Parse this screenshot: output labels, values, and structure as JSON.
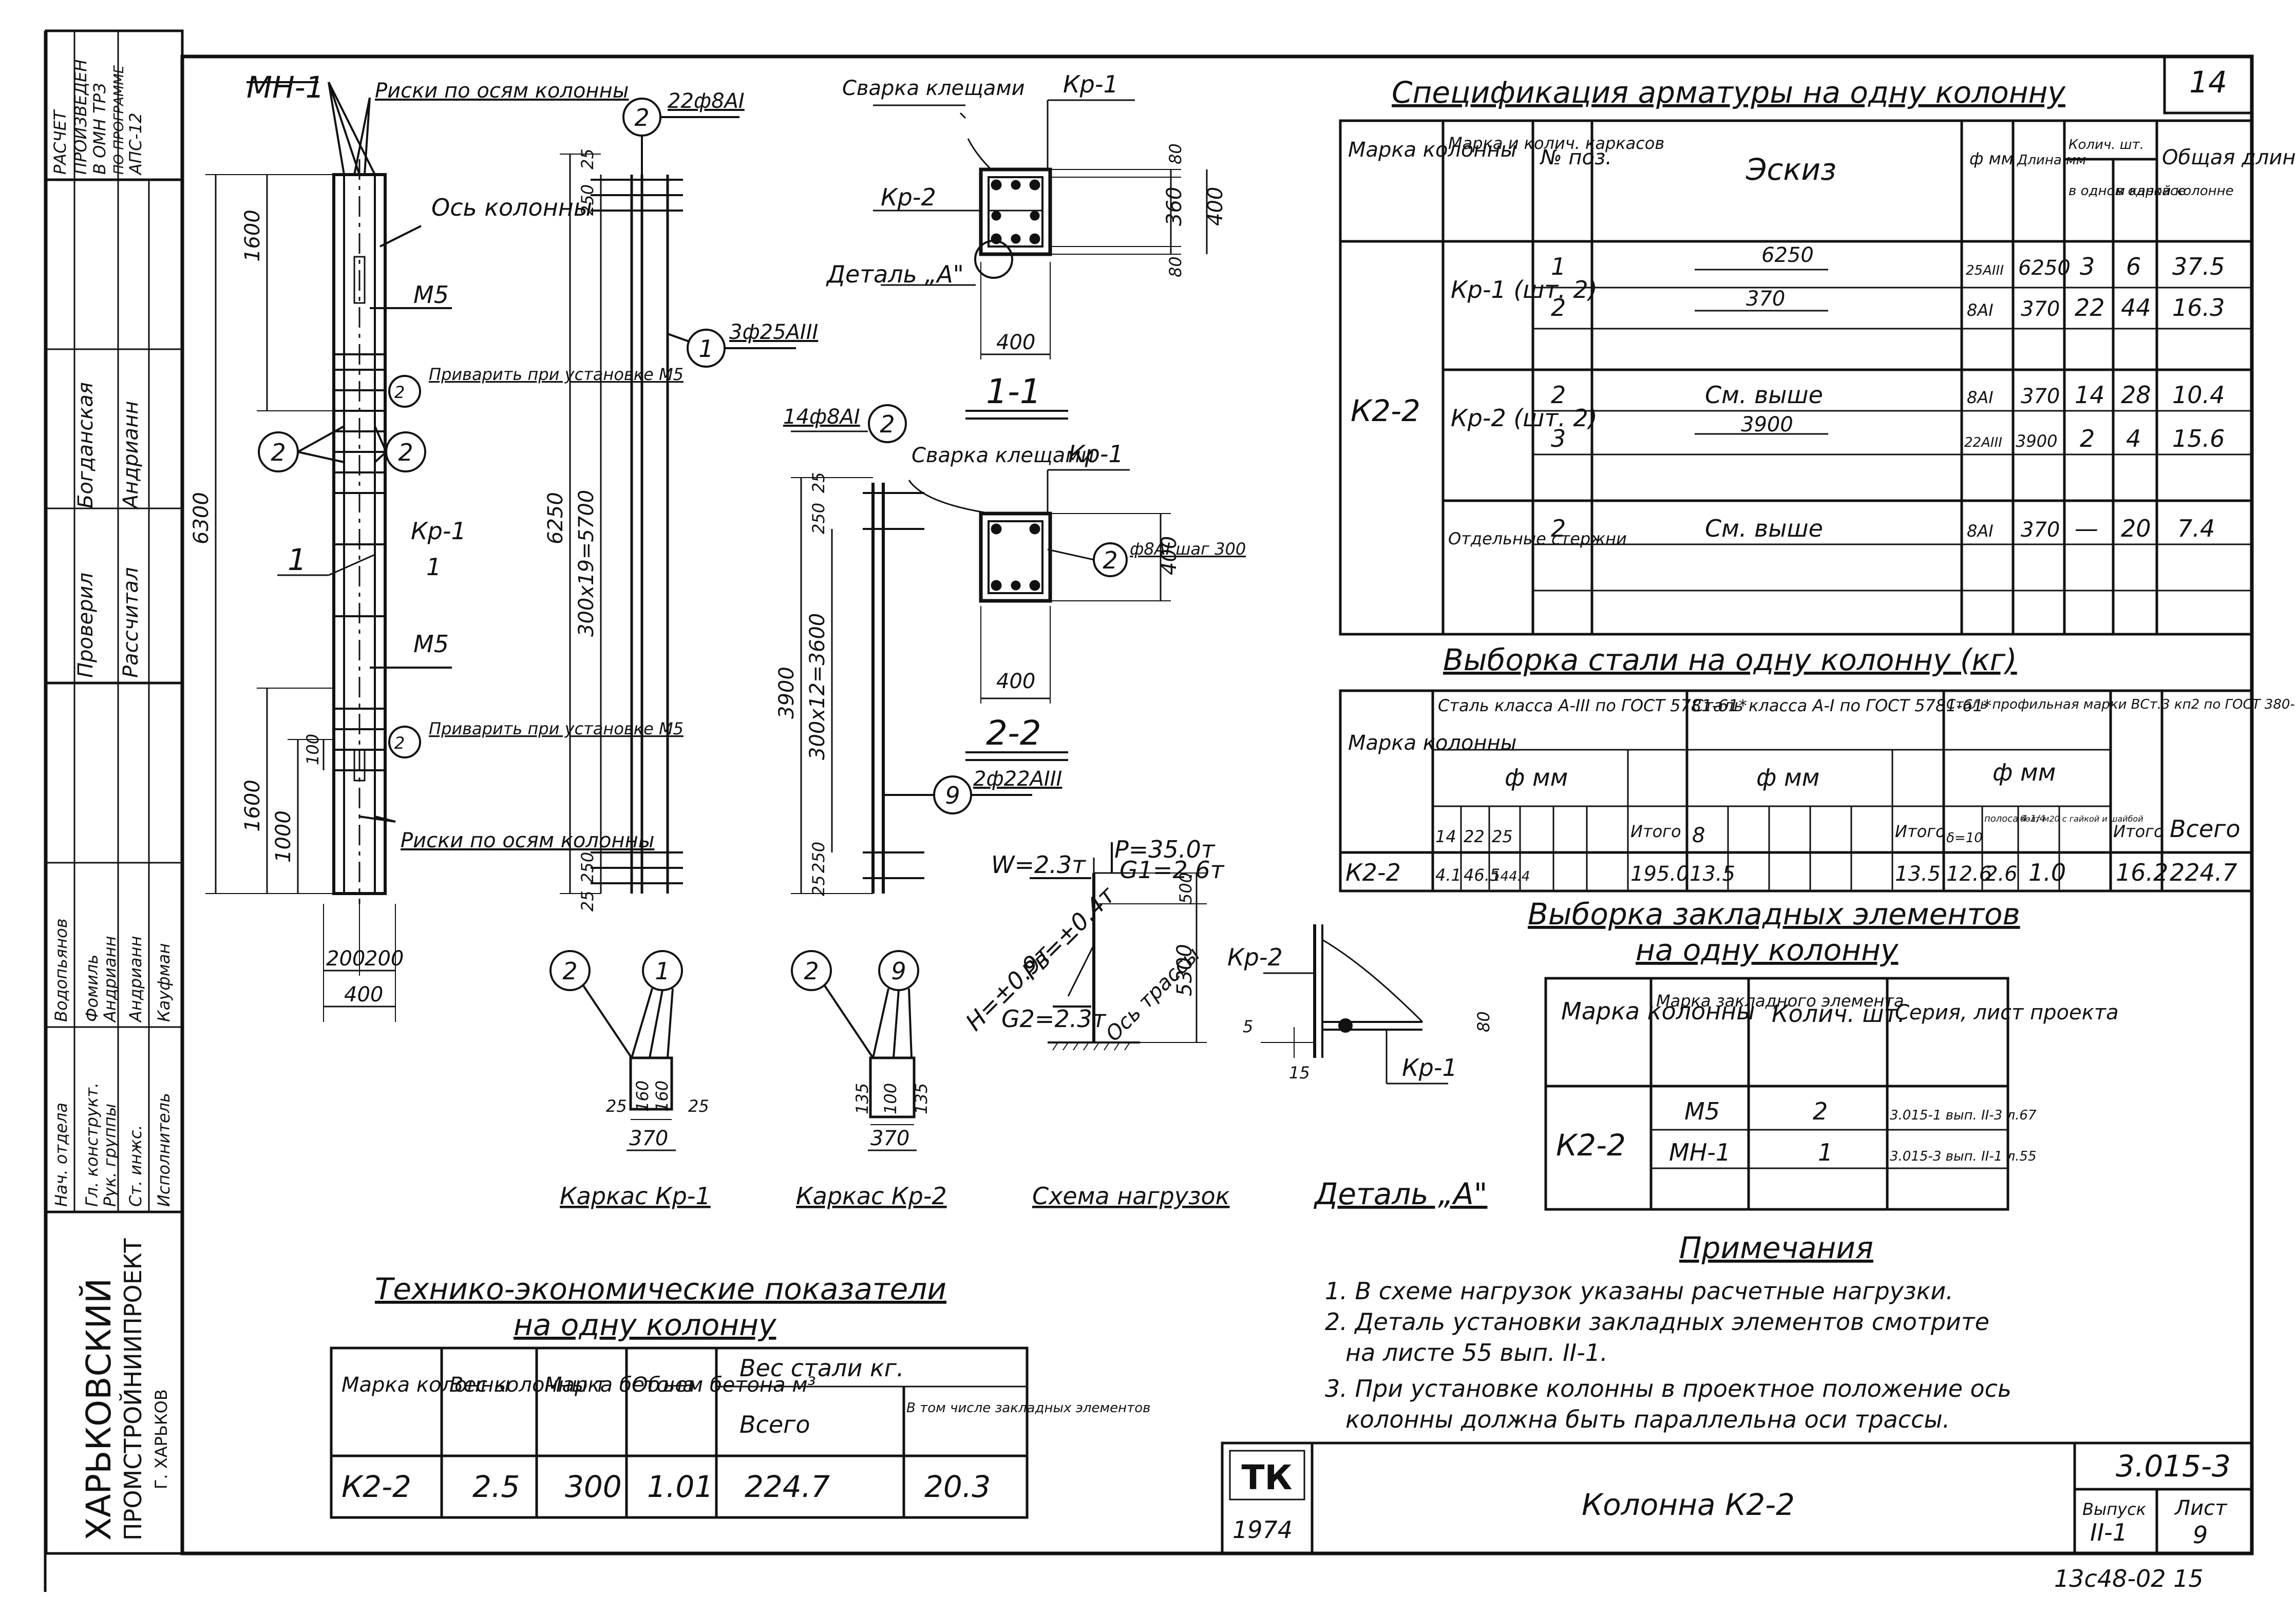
{
  "sheet_number_top": "14",
  "sidebar": {
    "org_name": "ХАРЬКОВСКИЙ",
    "org_name2": "ПРОМСТРОЙНИИПРОЕКТ",
    "org_city": "Г. ХАРЬКОВ",
    "roles": [
      {
        "role": "Нач. отдела",
        "name": "Водопьянов"
      },
      {
        "role": "Гл. конструкт.",
        "name": "Фомиль"
      },
      {
        "role": "Рук. группы",
        "name": "Андрианн"
      },
      {
        "role": "Ст. инжс.",
        "name": "Андрианн"
      },
      {
        "role": "Исполнитель",
        "name": "Кауфман"
      },
      {
        "role": "Проверил",
        "name": "Богданская"
      },
      {
        "role": "Рассчитал",
        "name": "Андрианн"
      }
    ],
    "calc_note": [
      "РАСЧЕТ",
      "ПРОИЗВЕДЕН",
      "В ОМН ТРЗ",
      "ПО ПРОГРАММЕ",
      "АПС-12"
    ]
  },
  "drawings": {
    "column": {
      "mn1": "МН-1",
      "risks_top": "Риски по осям колонны",
      "axis": "Ось колонны",
      "m5_top": "М5",
      "weld_top": "Приварить при установке М5",
      "kr1": "Кр-1",
      "kr1_num": "1",
      "section_1": "1",
      "m5_bottom": "М5",
      "weld_bottom": "Приварить при установке М5",
      "risks_bottom": "Риски по осям колонны",
      "dim_1600_top": "1600",
      "dim_6300": "6300",
      "dim_1600_bot": "1600",
      "dim_1000": "1000",
      "dim_100": "100",
      "dim_200a": "200",
      "dim_200b": "200",
      "dim_400": "400",
      "dim_6250": "6250",
      "dim_300x19": "300x19=5700",
      "dim_250_top": "250",
      "dim_250_bot": "250",
      "dim_25_top": "25",
      "dim_25_bot": "25",
      "pos2": "2",
      "pos1": "1",
      "bar_22": "22ф8AI",
      "bar_3": "3ф25AIII"
    },
    "section_11": {
      "weld": "Сварка клещами",
      "kr1": "Кр-1",
      "kr2": "Кр-2",
      "detail": "Деталь „А\"",
      "d80a": "80",
      "d360": "360",
      "d400": "400",
      "d80b": "80",
      "w400": "400",
      "title": "1-1"
    },
    "section_22": {
      "bar": "14ф8AI",
      "weld": "Сварка клещами",
      "kr1": "Кр-1",
      "d400": "400",
      "pitch": "ф8AI шаг 300",
      "w400": "400",
      "title": "2-2"
    },
    "frame_kr2_long": {
      "d3900": "3900",
      "d300x12": "300x12=3600",
      "d25a": "25",
      "d25b": "25",
      "d250a": "250",
      "d250b": "250",
      "bar": "2ф22AIII"
    },
    "load_scheme": {
      "p": "P=35.0т",
      "g1": "G1=2.6т",
      "w": "W=2.3т",
      "h": "H=±0.9т",
      "pb": "Pв=±0.4т",
      "g2": "G2=2.3т",
      "axis": "Ось трассы",
      "d500": "500",
      "d5300": "5300"
    },
    "detail_a": {
      "kr2": "Кр-2",
      "kr1": "Кр-1",
      "d5": "5",
      "d15": "15",
      "d80": "80"
    },
    "kr1_frame": {
      "d25a": "25",
      "d160a": "160",
      "d160b": "160",
      "d25b": "25",
      "d370": "370"
    },
    "kr2_frame": {
      "d135a": "135",
      "d100": "100",
      "d135b": "135",
      "d370": "370"
    },
    "captions": [
      "Каркас Кр-1",
      "Каркас Кр-2",
      "Схема нагрузок",
      "Деталь „А\""
    ]
  },
  "spec_table": {
    "title": "Спецификация арматуры на одну колонну",
    "headers": {
      "mark": "Марка колонны",
      "frame": "Марка и колич. каркасов",
      "pos": "№ поз.",
      "sketch": "Эскиз",
      "dia": "ф мм",
      "len": "Длина мм",
      "qty": "Колич. шт.",
      "qty_frame": "в одном каркасе",
      "qty_col": "в одной колонне",
      "total": "Общая длина м"
    },
    "column_mark": "К2-2",
    "groups": [
      {
        "frame": "Кр-1 (шт. 2)",
        "rows": [
          {
            "pos": "1",
            "sketch": "6250",
            "dia": "25AIII",
            "len": "6250",
            "q1": "3",
            "q2": "6",
            "total": "37.5"
          },
          {
            "pos": "2",
            "sketch": "370",
            "dia": "8AI",
            "len": "370",
            "q1": "22",
            "q2": "44",
            "total": "16.3"
          }
        ]
      },
      {
        "frame": "Кр-2 (шт. 2)",
        "rows": [
          {
            "pos": "2",
            "sketch": "См. выше",
            "dia": "8AI",
            "len": "370",
            "q1": "14",
            "q2": "28",
            "total": "10.4"
          },
          {
            "pos": "3",
            "sketch": "3900",
            "dia": "22AIII",
            "len": "3900",
            "q1": "2",
            "q2": "4",
            "total": "15.6"
          }
        ]
      },
      {
        "frame": "Отдельные стержни",
        "rows": [
          {
            "pos": "2",
            "sketch": "См. выше",
            "dia": "8AI",
            "len": "370",
            "q1": "—",
            "q2": "20",
            "total": "7.4"
          }
        ]
      }
    ]
  },
  "steel_table": {
    "title": "Выборка стали на одну колонну (кг)",
    "h_mark": "Марка колонны",
    "h_a3": "Сталь класса А-III по ГОСТ 5781-61*",
    "h_a1": "Сталь класса А-I по ГОСТ 5781-61*",
    "h_prof": "Сталь профильная марки ВСт.3 кп2 по ГОСТ 380-71",
    "h_phi": "ф мм",
    "h_total": "Итого",
    "h_grand": "Всего",
    "sub_a3": [
      "14",
      "22",
      "25",
      "",
      ""
    ],
    "sub_a1": [
      "8",
      "",
      "",
      "",
      ""
    ],
    "sub_prof": [
      "δ=10",
      "полоса 4-1/4",
      "болт м20 с гайкой и шайбой"
    ],
    "row": {
      "mark": "К2-2",
      "a3": [
        "4.1",
        "46.5",
        "144.4",
        "",
        ""
      ],
      "a3_total": "195.0",
      "a1": [
        "13.5",
        "",
        "",
        "",
        ""
      ],
      "a1_total": "13.5",
      "prof": [
        "12.6",
        "2.6",
        "1.0"
      ],
      "prof_total": "16.2",
      "grand": "224.7"
    }
  },
  "embedded_table": {
    "title": "Выборка закладных элементов",
    "title2": "на одну колонну",
    "headers": [
      "Марка колонны",
      "Марка закладного элемента",
      "Колич. шт.",
      "Серия, лист проекта"
    ],
    "mark": "К2-2",
    "rows": [
      {
        "el": "М5",
        "qty": "2",
        "ref": "3.015-1 вып. II-3 л.67"
      },
      {
        "el": "МН-1",
        "qty": "1",
        "ref": "3.015-3 вып. II-1 л.55"
      }
    ]
  },
  "notes": {
    "title": "Примечания",
    "items": [
      "1. В схеме нагрузок указаны расчетные нагрузки.",
      "2. Деталь установки закладных элементов смотрите",
      "на листе 55 вып. II-1.",
      "3. При установке колонны в проектное положение ось",
      "колонны должна быть параллельна оси трассы."
    ]
  },
  "tech_table": {
    "title": "Технико-экономические показатели",
    "title2": "на одну колонну",
    "headers": [
      "Марка колонны",
      "Вес колонны т",
      "Марка бетона",
      "Объем бетона м³",
      "Вес стали кг.",
      "Всего",
      "В том числе закладных элементов"
    ],
    "row": [
      "К2-2",
      "2.5",
      "300",
      "1.01",
      "224.7",
      "20.3"
    ]
  },
  "title_block": {
    "tk": "ТК",
    "year": "1974",
    "name": "Колонна К2-2",
    "series": "3.015-3",
    "issue_label": "Выпуск",
    "issue": "II-1",
    "sheet_label": "Лист",
    "sheet": "9",
    "code": "13с48-02 15"
  }
}
